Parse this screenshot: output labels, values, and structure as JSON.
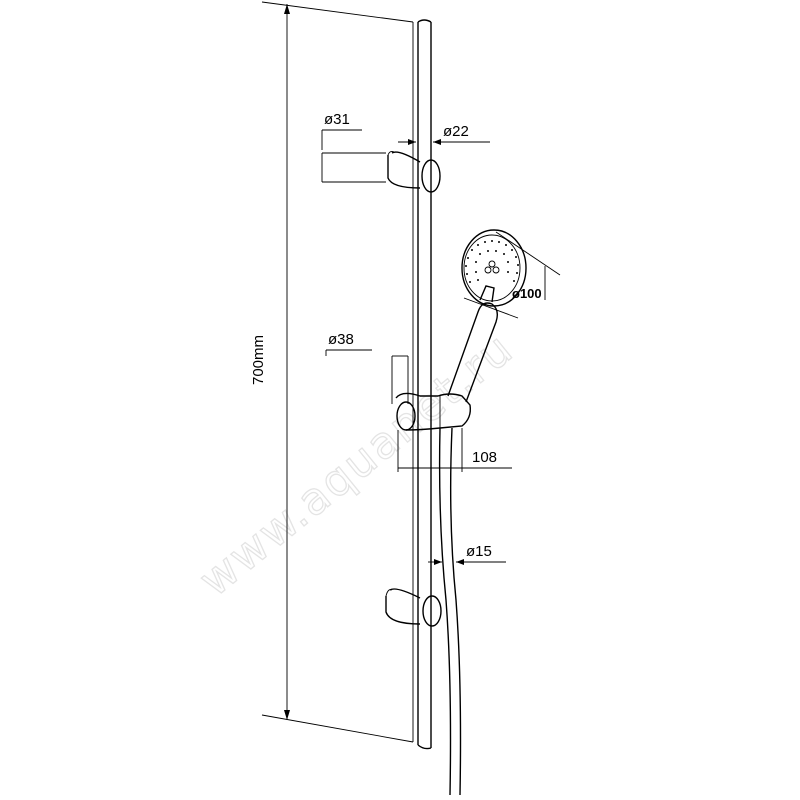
{
  "drawing": {
    "subject": "shower rail set",
    "watermark": "www.aquanet.ru",
    "dimensions": {
      "height": "700mm",
      "wall_bracket_diameter": "ø31",
      "rail_diameter": "ø22",
      "slider_diameter": "ø38",
      "head_diameter": "ø100",
      "projection": "108",
      "hose_diameter": "ø15"
    }
  }
}
